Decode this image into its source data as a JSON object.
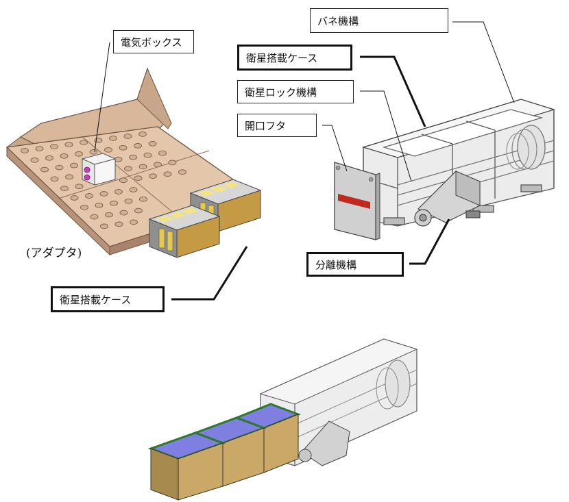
{
  "labels": {
    "electric_box": "電気ボックス",
    "adapter": "(アダプタ)",
    "case_left": "衛星搭載ケース",
    "spring": "バネ機構",
    "case_right": "衛星搭載ケース",
    "lock": "衛星ロック機構",
    "lid": "開口フタ",
    "separation": "分離機構"
  }
}
